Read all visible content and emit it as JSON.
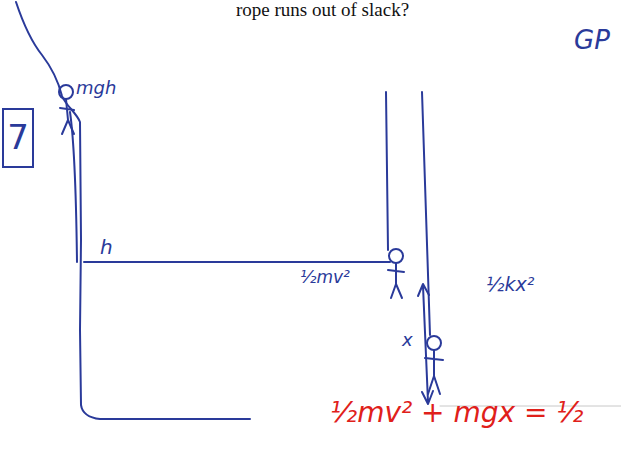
{
  "diagram": {
    "nodes": [
      {
        "text": [
          "7"
        ]
      }
    ],
    "labels": [
      "rope runs out of slack?",
      "GP",
      "mgh",
      "h",
      "½mv²",
      "x",
      "½kx²",
      "½mv² + mgx = ½"
    ]
  }
}
